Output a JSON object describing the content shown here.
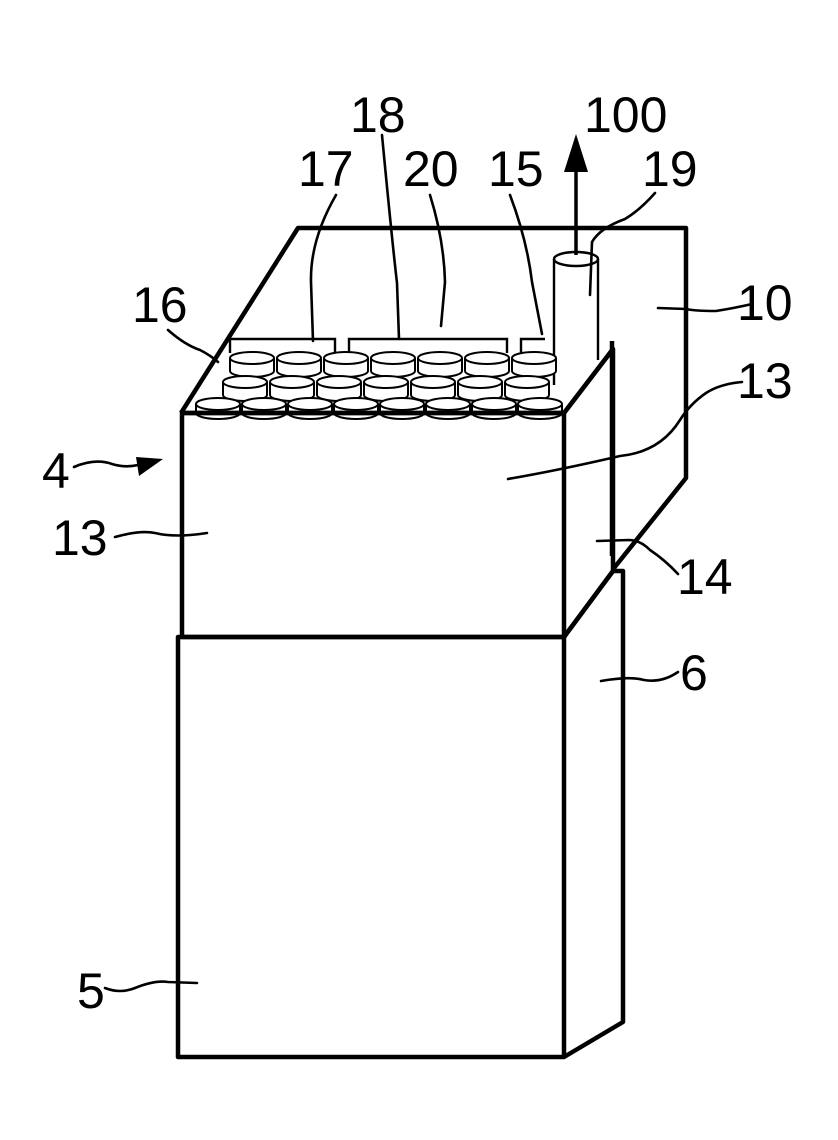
{
  "figure": {
    "reference_numerals": {
      "r100": "100",
      "r18": "18",
      "r17": "17",
      "r20": "20",
      "r15": "15",
      "r19": "19",
      "r16": "16",
      "r10": "10",
      "r13_right": "13",
      "r4": "4",
      "r13_left": "13",
      "r14": "14",
      "r6": "6",
      "r5": "5"
    },
    "colors": {
      "line": "#000000",
      "background": "#ffffff"
    }
  }
}
